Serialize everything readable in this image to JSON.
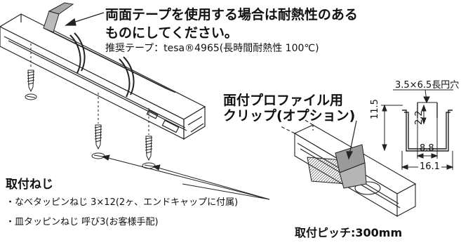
{
  "tape_note": {
    "line1": "両面テープを使用する場合は耐熱性のある",
    "line2": "ものにしてください。",
    "recommended": "推奨テープ：tesa®4965(長時間耐熱性 100℃)"
  },
  "clip_label": {
    "line1": "面付プロファイル用",
    "line2": "クリップ(オプション)"
  },
  "dimensions": {
    "slot": "3.5×6.5長円穴",
    "height": "11.5",
    "inner_height": "2.2",
    "inner_width": "8.8",
    "outer_width": "16.1"
  },
  "screws": {
    "title": "取付ねじ",
    "item1": "・なべタッピンねじ 3×12(2ヶ、エンドキャップに付属)",
    "item2": "・皿タッピンねじ 呼び3(お客様手配)"
  },
  "pitch": "取付ピッチ:300mm",
  "colors": {
    "line": "#222222",
    "tape": "#a8a8a8",
    "clip": "#9a9a9a",
    "fill": "#ffffff"
  }
}
